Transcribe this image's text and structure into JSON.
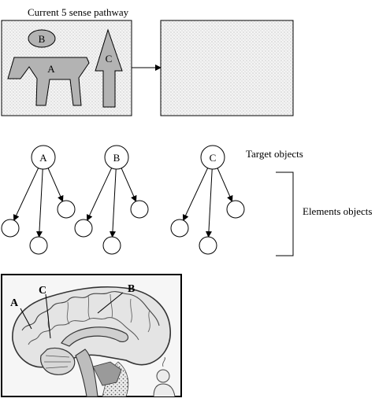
{
  "top_panel": {
    "title": "Current 5 sense pathway",
    "shape_labels": {
      "head": "B",
      "body": "A",
      "cone": "C"
    }
  },
  "tree": {
    "roots": [
      "A",
      "B",
      "C"
    ],
    "target_label": "Target objects",
    "elements_label": "Elements objects"
  },
  "brain": {
    "labels": {
      "a": "A",
      "c": "C",
      "b": "B"
    }
  },
  "colors": {
    "line": "#000000",
    "shape_fill": "#b3b3b3",
    "dotted_fill": "#eaeaea",
    "brain_bg": "#f4f4f4"
  }
}
